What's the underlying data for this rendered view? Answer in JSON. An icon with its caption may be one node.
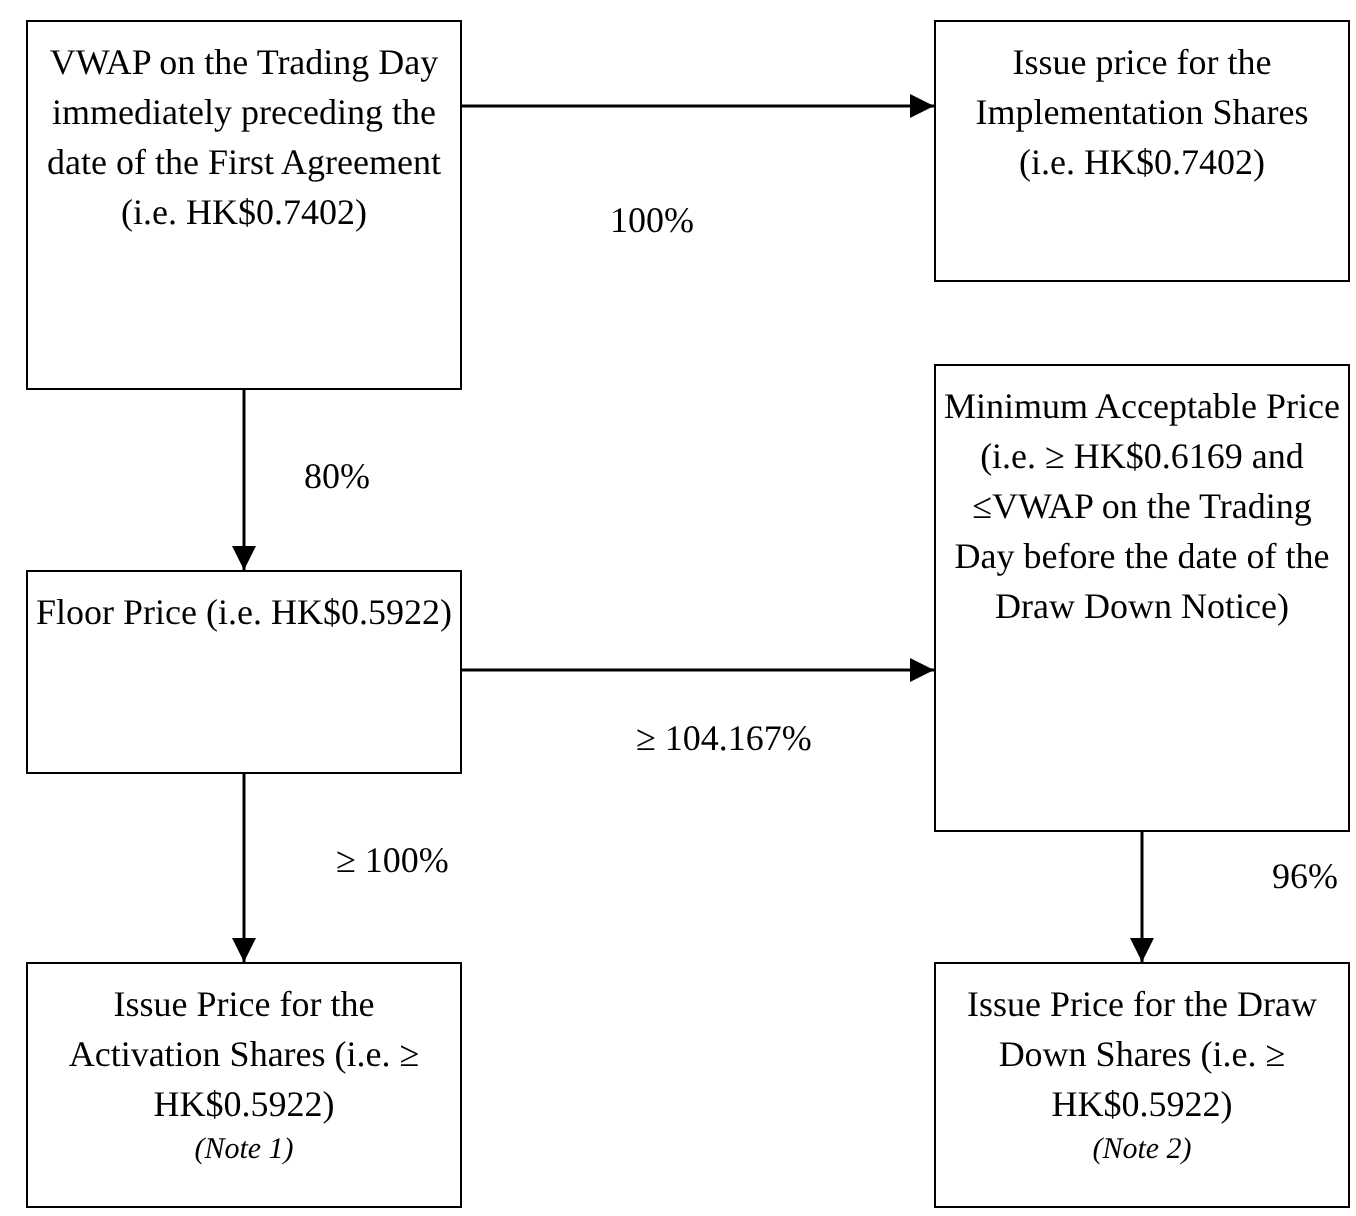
{
  "diagram": {
    "nodes": [
      {
        "text": [
          "VWAP on the Trading Day immediately preceding the date of the First Agreement (i.e. HK$0.7402)"
        ]
      },
      {
        "text": [
          "Issue price for the Implementation Shares (i.e. HK$0.7402)"
        ]
      },
      {
        "text": [
          "Minimum Acceptable Price (i.e. ≥ HK$0.6169 and ≤VWAP on the Trading Day before the date of the Draw Down Notice)"
        ]
      },
      {
        "text": [
          "Floor Price (i.e. HK$0.5922)"
        ]
      },
      {
        "text": [
          "Issue Price for the Activation Shares (i.e. ≥ HK$0.5922)",
          "(Note 1)"
        ]
      },
      {
        "text": [
          "Issue Price for the Draw Down Shares (i.e. ≥ HK$0.5922)",
          "(Note 2)"
        ]
      }
    ],
    "edges": [
      {
        "from": 0,
        "to": 1,
        "arrow": "to",
        "label": "100%"
      },
      {
        "from": 0,
        "to": 3,
        "arrow": "to",
        "label": "80%"
      },
      {
        "from": 3,
        "to": 2,
        "arrow": "to",
        "label": "≥ 104.167%"
      },
      {
        "from": 3,
        "to": 4,
        "arrow": "to",
        "label": "≥ 100%"
      },
      {
        "from": 2,
        "to": 5,
        "arrow": "to",
        "label": "96%"
      }
    ]
  }
}
